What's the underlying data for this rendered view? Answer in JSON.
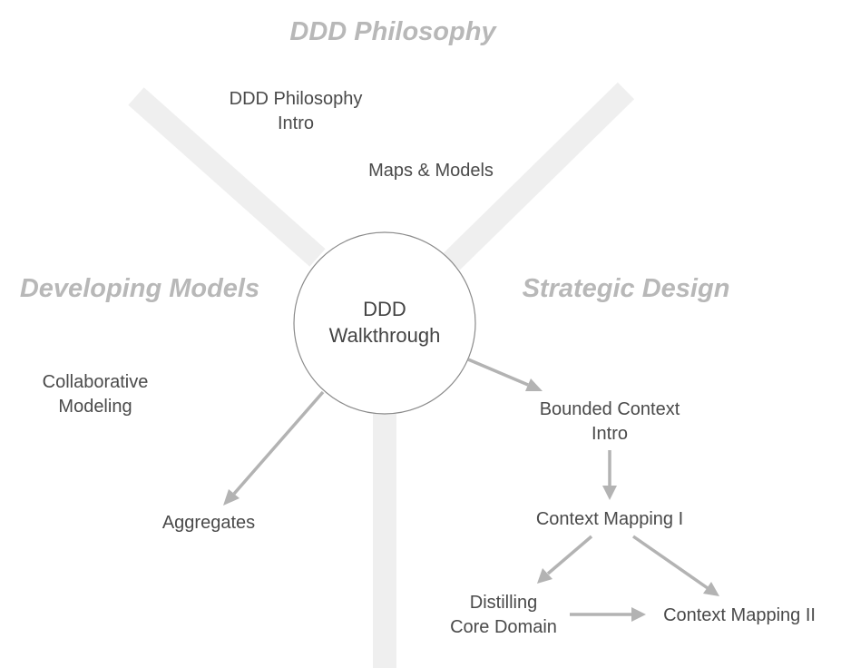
{
  "center": {
    "line1": "DDD",
    "line2": "Walkthrough"
  },
  "sections": {
    "philosophy": "DDD Philosophy",
    "developing": "Developing Models",
    "strategic": "Strategic Design"
  },
  "nodes": {
    "philosophy_intro": {
      "line1": "DDD Philosophy",
      "line2": "Intro"
    },
    "maps_models": "Maps & Models",
    "collaborative": {
      "line1": "Collaborative",
      "line2": "Modeling"
    },
    "aggregates": "Aggregates",
    "bounded_context": {
      "line1": "Bounded Context",
      "line2": "Intro"
    },
    "context_mapping_1": "Context Mapping I",
    "distilling": {
      "line1": "Distilling",
      "line2": "Core Domain"
    },
    "context_mapping_2": "Context Mapping II"
  }
}
